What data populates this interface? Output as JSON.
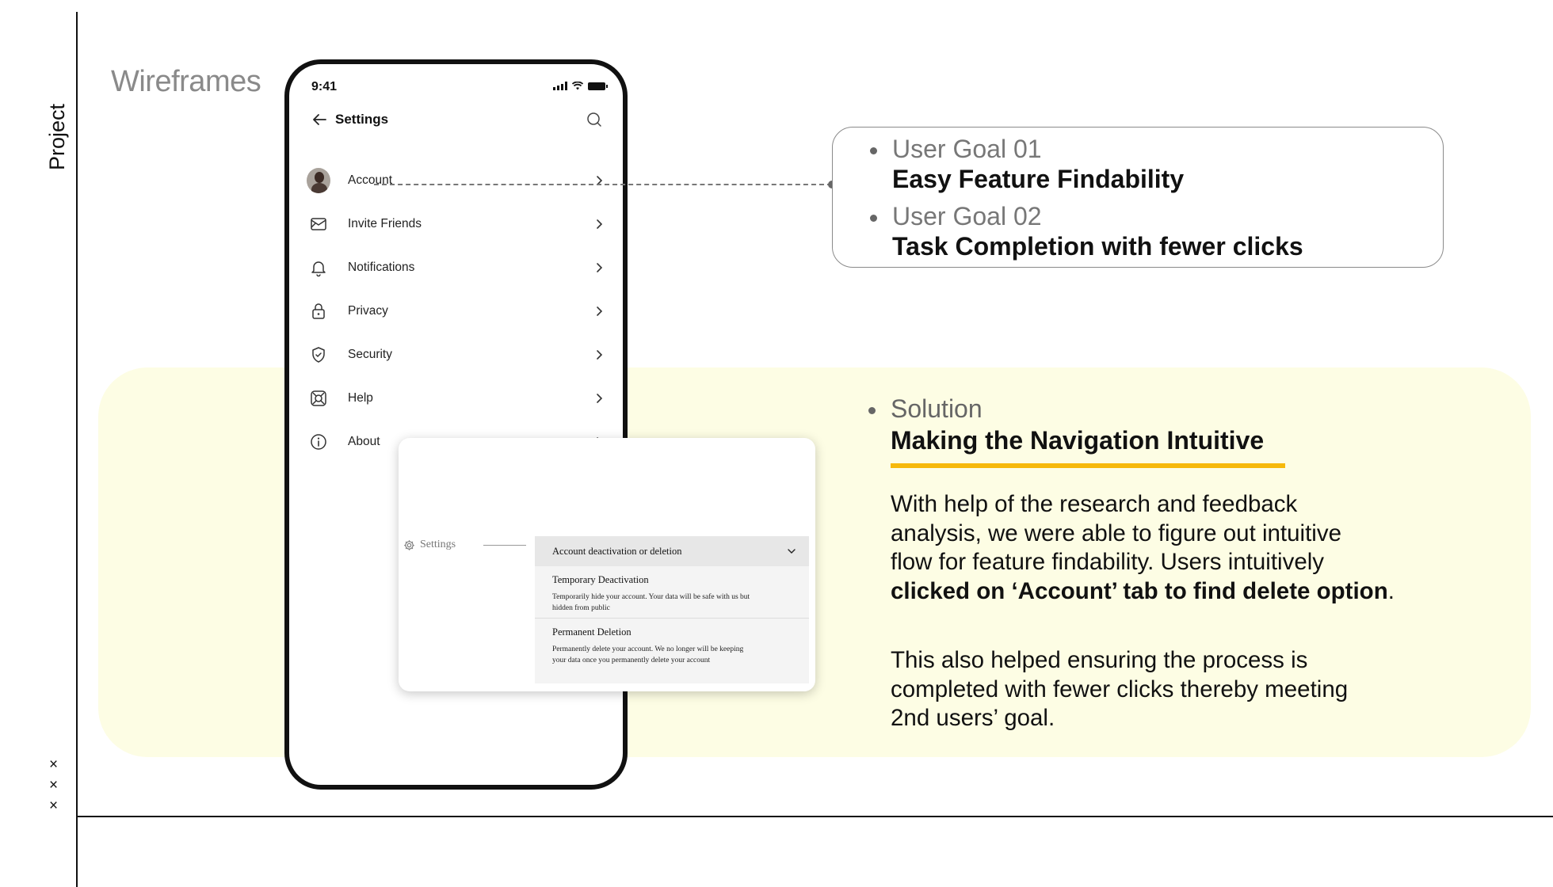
{
  "slide": {
    "side_label": "Project",
    "side_marks": [
      "×",
      "×",
      "×"
    ],
    "section_title": "Wireframes"
  },
  "phone": {
    "status_time": "9:41",
    "header_title": "Settings",
    "menu": [
      {
        "label": "Account",
        "icon": "avatar"
      },
      {
        "label": "Invite Friends",
        "icon": "invite-icon"
      },
      {
        "label": "Notifications",
        "icon": "bell-icon"
      },
      {
        "label": "Privacy",
        "icon": "lock-icon"
      },
      {
        "label": "Security",
        "icon": "shield-icon"
      },
      {
        "label": "Help",
        "icon": "lifebuoy-icon"
      },
      {
        "label": "About",
        "icon": "info-icon"
      }
    ]
  },
  "popup": {
    "crumb": "Settings",
    "dropdown_label": "Account deactivation or deletion",
    "options": [
      {
        "title": "Temporary Deactivation",
        "desc_line1": "Temporarily hide your account. Your data will be safe with us but",
        "desc_line2": "hidden from public"
      },
      {
        "title": "Permanent Deletion",
        "desc_line1": "Permanently delete your account. We no longer will be keeping",
        "desc_line2": "your data once you permanently delete your account"
      }
    ]
  },
  "goals": [
    {
      "title": "User Goal 01",
      "text": "Easy Feature Findability"
    },
    {
      "title": "User Goal 02",
      "text": "Task Completion with fewer clicks"
    }
  ],
  "solution": {
    "title": "Solution",
    "text": "Making the Navigation Intuitive",
    "para1_lines": [
      "With help of the research and feedback",
      "analysis, we were able to figure out intuitive",
      "flow for feature findability. Users intuitively"
    ],
    "para1_bold": "clicked on ‘Account’ tab to find delete option",
    "para1_end": ".",
    "para2_lines": [
      "This also helped ensuring the process is",
      "completed with fewer clicks thereby meeting",
      "2nd users’ goal."
    ]
  },
  "colors": {
    "accent_yellow": "#f6b90b",
    "band_background": "#fdfde4"
  }
}
